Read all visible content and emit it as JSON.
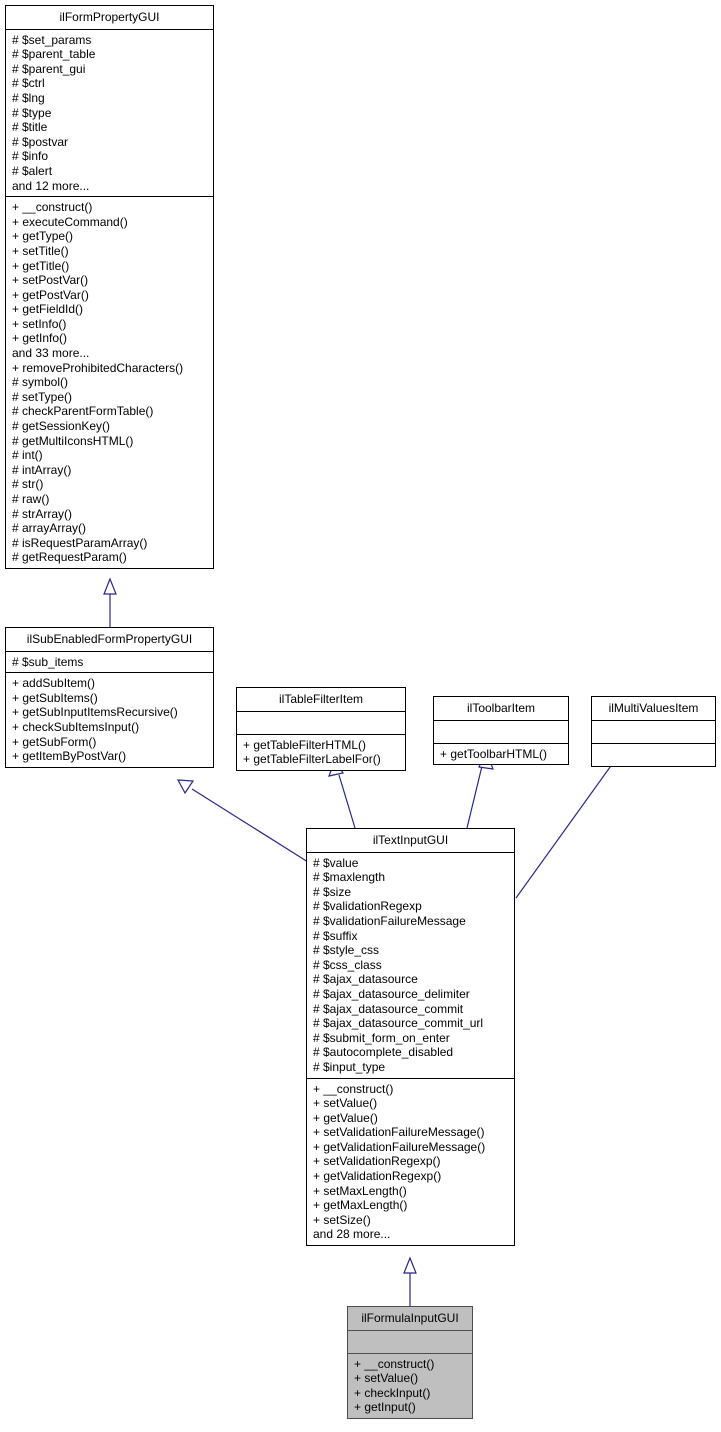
{
  "diagram": {
    "type": "uml-class-inheritance",
    "title": "ilFormulaInputGUI class inheritance diagram",
    "edge_color": "#26268c",
    "highlight_fill": "#bfbfbf",
    "box_fill": "#ffffff",
    "box_border": "#000000"
  },
  "classes": [
    {
      "id": "ilFormPropertyGUI",
      "name": "ilFormPropertyGUI",
      "highlighted": false,
      "attributes": [
        "# $set_params",
        "# $parent_table",
        "# $parent_gui",
        "# $ctrl",
        "# $lng",
        "# $type",
        "# $title",
        "# $postvar",
        "# $info",
        "# $alert",
        "and 12 more..."
      ],
      "operations": [
        "+ __construct()",
        "+ executeCommand()",
        "+ getType()",
        "+ setTitle()",
        "+ getTitle()",
        "+ setPostVar()",
        "+ getPostVar()",
        "+ getFieldId()",
        "+ setInfo()",
        "+ getInfo()",
        "and 33 more...",
        "+ removeProhibitedCharacters()",
        "# symbol()",
        "# setType()",
        "# checkParentFormTable()",
        "# getSessionKey()",
        "# getMultiIconsHTML()",
        "# int()",
        "# intArray()",
        "# str()",
        "# raw()",
        "# strArray()",
        "# arrayArray()",
        "# isRequestParamArray()",
        "# getRequestParam()"
      ]
    },
    {
      "id": "ilSubEnabledFormPropertyGUI",
      "name": "ilSubEnabledFormPropertyGUI",
      "highlighted": false,
      "attributes": [
        "# $sub_items"
      ],
      "operations": [
        "+ addSubItem()",
        "+ getSubItems()",
        "+ getSubInputItemsRecursive()",
        "+ checkSubItemsInput()",
        "+ getSubForm()",
        "+ getItemByPostVar()"
      ]
    },
    {
      "id": "ilTableFilterItem",
      "name": "ilTableFilterItem",
      "highlighted": false,
      "attributes": [],
      "operations": [
        "+ getTableFilterHTML()",
        "+ getTableFilterLabelFor()"
      ]
    },
    {
      "id": "ilToolbarItem",
      "name": "ilToolbarItem",
      "highlighted": false,
      "attributes": [],
      "operations": [
        "+ getToolbarHTML()"
      ]
    },
    {
      "id": "ilMultiValuesItem",
      "name": "ilMultiValuesItem",
      "highlighted": false,
      "attributes": [],
      "operations": []
    },
    {
      "id": "ilTextInputGUI",
      "name": "ilTextInputGUI",
      "highlighted": false,
      "attributes": [
        "# $value",
        "# $maxlength",
        "# $size",
        "# $validationRegexp",
        "# $validationFailureMessage",
        "# $suffix",
        "# $style_css",
        "# $css_class",
        "# $ajax_datasource",
        "# $ajax_datasource_delimiter",
        "# $ajax_datasource_commit",
        "# $ajax_datasource_commit_url",
        "# $submit_form_on_enter",
        "# $autocomplete_disabled",
        "# $input_type"
      ],
      "operations": [
        "+ __construct()",
        "+ setValue()",
        "+ getValue()",
        "+ setValidationFailureMessage()",
        "+ getValidationFailureMessage()",
        "+ setValidationRegexp()",
        "+ getValidationRegexp()",
        "+ setMaxLength()",
        "+ getMaxLength()",
        "+ setSize()",
        "and 28 more..."
      ]
    },
    {
      "id": "ilFormulaInputGUI",
      "name": "ilFormulaInputGUI",
      "highlighted": true,
      "attributes": [],
      "operations": [
        "+ __construct()",
        "+ setValue()",
        "+ checkInput()",
        "+ getInput()"
      ]
    }
  ],
  "edges": [
    {
      "from": "ilSubEnabledFormPropertyGUI",
      "to": "ilFormPropertyGUI",
      "kind": "inheritance"
    },
    {
      "from": "ilTextInputGUI",
      "to": "ilSubEnabledFormPropertyGUI",
      "kind": "inheritance"
    },
    {
      "from": "ilTextInputGUI",
      "to": "ilTableFilterItem",
      "kind": "inheritance"
    },
    {
      "from": "ilTextInputGUI",
      "to": "ilToolbarItem",
      "kind": "inheritance"
    },
    {
      "from": "ilTextInputGUI",
      "to": "ilMultiValuesItem",
      "kind": "inheritance"
    },
    {
      "from": "ilFormulaInputGUI",
      "to": "ilTextInputGUI",
      "kind": "inheritance"
    }
  ]
}
